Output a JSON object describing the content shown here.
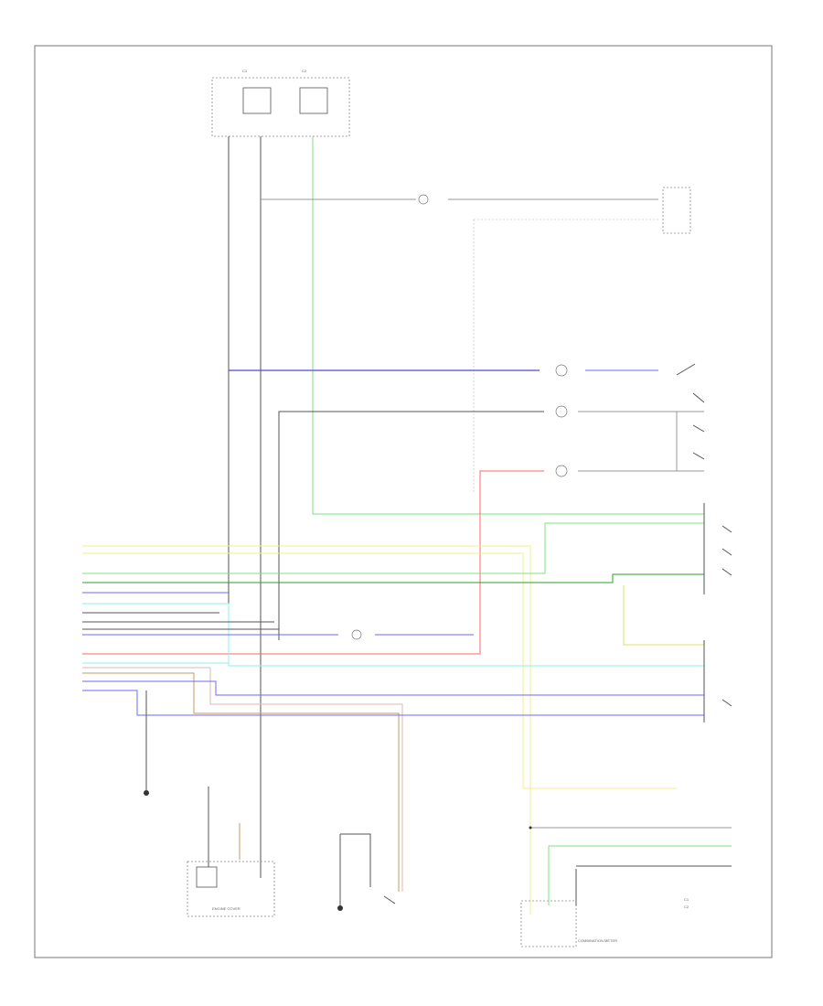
{
  "connectors": {
    "top_c1": "C1",
    "top_c2": "C2",
    "right_c1": "C1",
    "right_c2": "C2"
  },
  "components": {
    "engine_cover": "ENGINE COVER",
    "combination_meter": "COMBINATION METER"
  }
}
